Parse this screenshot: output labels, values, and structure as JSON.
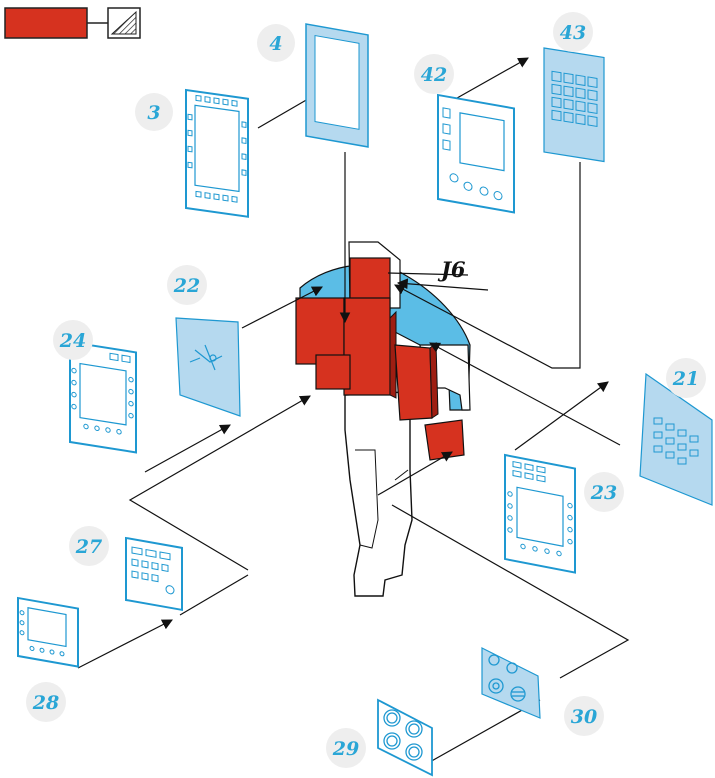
{
  "colors": {
    "red": "#d6321f",
    "panel_blue": "#b5d9ef",
    "outline_blue": "#1e98d1",
    "label_blue": "#2aa6d6",
    "label_bg": "#eeeeee",
    "cockpit_blue": "#5bbde6"
  },
  "legend": {
    "icons": [
      "red-swatch-icon",
      "hatched-square-icon"
    ]
  },
  "title": "J6",
  "parts": [
    {
      "id": "3",
      "label": "3"
    },
    {
      "id": "4",
      "label": "4"
    },
    {
      "id": "42",
      "label": "42"
    },
    {
      "id": "43",
      "label": "43"
    },
    {
      "id": "22",
      "label": "22"
    },
    {
      "id": "24",
      "label": "24"
    },
    {
      "id": "21",
      "label": "21"
    },
    {
      "id": "23",
      "label": "23"
    },
    {
      "id": "27",
      "label": "27"
    },
    {
      "id": "28",
      "label": "28"
    },
    {
      "id": "30",
      "label": "30"
    },
    {
      "id": "29",
      "label": "29"
    }
  ]
}
